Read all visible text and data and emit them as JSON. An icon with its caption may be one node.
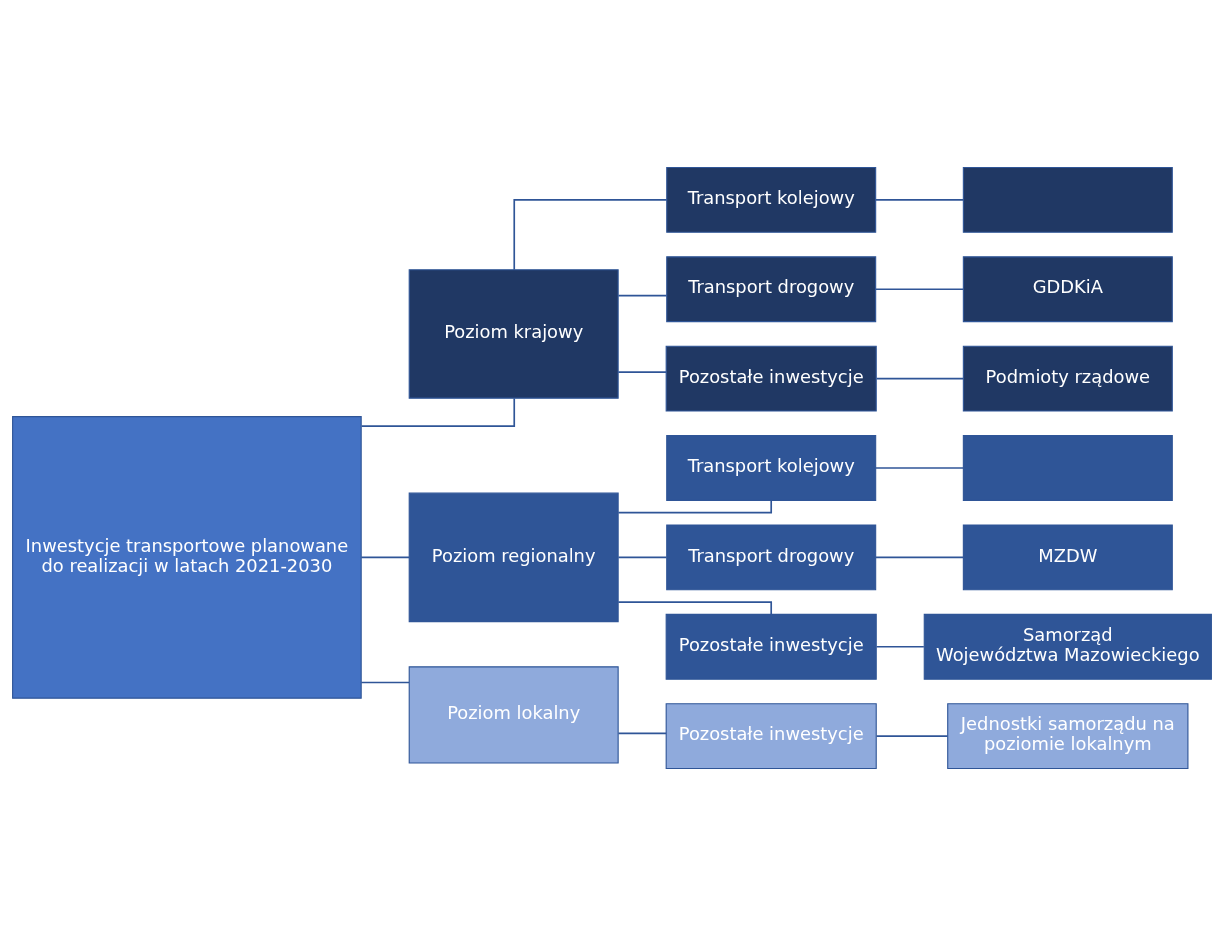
{
  "diagram": {
    "nodes": [
      {
        "text": [
          "Inwestycje transportowe planowane do realizacji w latach 2021-2030"
        ]
      },
      {
        "text": [
          "Poziom krajowy"
        ]
      },
      {
        "text": [
          "Poziom regionalny"
        ]
      },
      {
        "text": [
          "Poziom lokalny"
        ]
      },
      {
        "text": [
          "Transport kolejowy"
        ]
      },
      {
        "text": [
          "Transport drogowy"
        ]
      },
      {
        "text": [
          "Pozostałe inwestycje"
        ]
      },
      {
        "text": [
          "Transport kolejowy"
        ]
      },
      {
        "text": [
          "Transport drogowy"
        ]
      },
      {
        "text": [
          "Pozostałe inwestycje"
        ]
      },
      {
        "text": [
          "Pozostałe inwestycje"
        ]
      },
      {
        "text": [],
        "shape": "box"
      },
      {
        "text": [
          "GDDKiA"
        ]
      },
      {
        "text": [
          "Podmioty rządowe"
        ]
      },
      {
        "text": [],
        "shape": "box"
      },
      {
        "text": [
          "MZDW"
        ]
      },
      {
        "text": [
          "Samorząd Województwa Mazowieckiego"
        ]
      },
      {
        "text": [
          "Jednostki samorządu na poziomie lokalnym"
        ]
      }
    ],
    "edges": [
      {
        "from": 0,
        "to": 1,
        "arrow": "none"
      },
      {
        "from": 0,
        "to": 2,
        "arrow": "none"
      },
      {
        "from": 0,
        "to": 3,
        "arrow": "none"
      },
      {
        "from": 1,
        "to": 4,
        "arrow": "none"
      },
      {
        "from": 1,
        "to": 5,
        "arrow": "none"
      },
      {
        "from": 1,
        "to": 6,
        "arrow": "none"
      },
      {
        "from": 2,
        "to": 7,
        "arrow": "none"
      },
      {
        "from": 2,
        "to": 8,
        "arrow": "none"
      },
      {
        "from": 2,
        "to": 9,
        "arrow": "none"
      },
      {
        "from": 3,
        "to": 10,
        "arrow": "none"
      },
      {
        "from": 4,
        "to": 11,
        "arrow": "none"
      },
      {
        "from": 5,
        "to": 12,
        "arrow": "none"
      },
      {
        "from": 6,
        "to": 13,
        "arrow": "none"
      },
      {
        "from": 7,
        "to": 14,
        "arrow": "none"
      },
      {
        "from": 8,
        "to": 15,
        "arrow": "none"
      },
      {
        "from": 9,
        "to": 16,
        "arrow": "none"
      },
      {
        "from": 10,
        "to": 17,
        "arrow": "none"
      }
    ]
  }
}
